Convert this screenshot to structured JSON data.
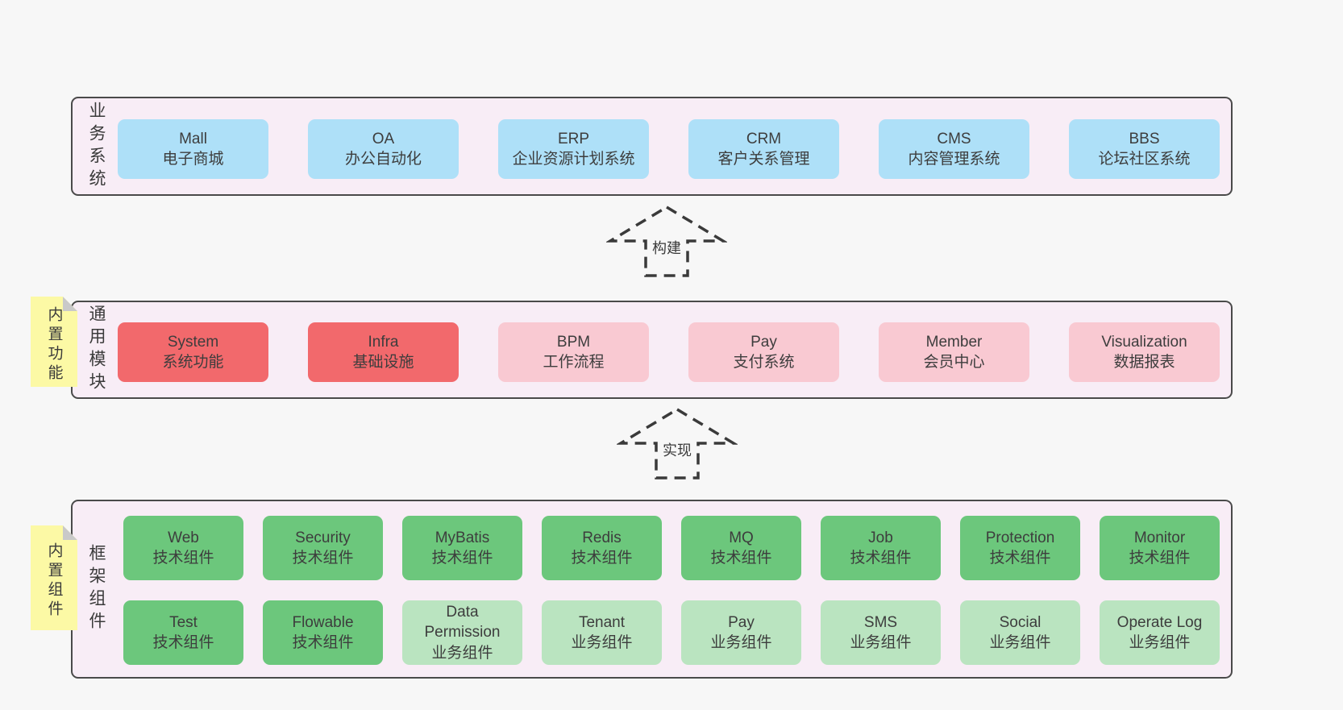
{
  "colors": {
    "page_bg": "#f7f7f7",
    "band_bg": "#f8edf6",
    "band_border": "#4a4a4a",
    "blue_box": "#aee0f8",
    "red_box": "#f2696c",
    "pink_box": "#f9c9d2",
    "green_box": "#6cc77c",
    "light_green_box": "#bae4c0",
    "sticky_bg": "#fcf9a5",
    "sticky_fold": "#c9c9c9",
    "text": "#3d3d3d"
  },
  "bands": {
    "business": {
      "label": "业务系统",
      "boxes": [
        {
          "title": "Mall",
          "subtitle": "电子商城"
        },
        {
          "title": "OA",
          "subtitle": "办公自动化"
        },
        {
          "title": "ERP",
          "subtitle": "企业资源计划系统"
        },
        {
          "title": "CRM",
          "subtitle": "客户关系管理"
        },
        {
          "title": "CMS",
          "subtitle": "内容管理系统"
        },
        {
          "title": "BBS",
          "subtitle": "论坛社区系统"
        }
      ]
    },
    "common": {
      "label": "通用模块",
      "sticky": "内置功能",
      "boxes": [
        {
          "title": "System",
          "subtitle": "系统功能"
        },
        {
          "title": "Infra",
          "subtitle": "基础设施"
        },
        {
          "title": "BPM",
          "subtitle": "工作流程"
        },
        {
          "title": "Pay",
          "subtitle": "支付系统"
        },
        {
          "title": "Member",
          "subtitle": "会员中心"
        },
        {
          "title": "Visualization",
          "subtitle": "数据报表"
        }
      ]
    },
    "framework": {
      "label": "框架组件",
      "sticky": "内置组件",
      "row1": [
        {
          "title": "Web",
          "subtitle": "技术组件"
        },
        {
          "title": "Security",
          "subtitle": "技术组件"
        },
        {
          "title": "MyBatis",
          "subtitle": "技术组件"
        },
        {
          "title": "Redis",
          "subtitle": "技术组件"
        },
        {
          "title": "MQ",
          "subtitle": "技术组件"
        },
        {
          "title": "Job",
          "subtitle": "技术组件"
        },
        {
          "title": "Protection",
          "subtitle": "技术组件"
        },
        {
          "title": "Monitor",
          "subtitle": "技术组件"
        }
      ],
      "row2": [
        {
          "title": "Test",
          "subtitle": "技术组件"
        },
        {
          "title": "Flowable",
          "subtitle": "技术组件"
        },
        {
          "title": "Data Permission",
          "subtitle": "业务组件"
        },
        {
          "title": "Tenant",
          "subtitle": "业务组件"
        },
        {
          "title": "Pay",
          "subtitle": "业务组件"
        },
        {
          "title": "SMS",
          "subtitle": "业务组件"
        },
        {
          "title": "Social",
          "subtitle": "业务组件"
        },
        {
          "title": "Operate Log",
          "subtitle": "业务组件"
        }
      ]
    }
  },
  "arrows": {
    "build": {
      "label": "构建"
    },
    "implement": {
      "label": "实现"
    }
  }
}
